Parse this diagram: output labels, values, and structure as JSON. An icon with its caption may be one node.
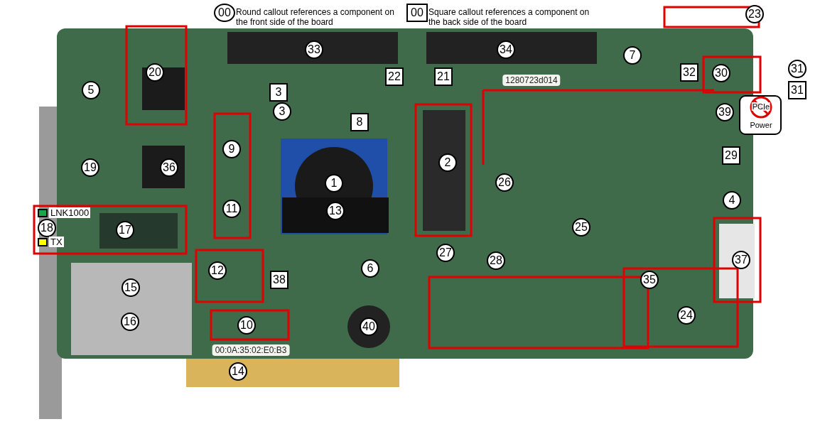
{
  "diagram": {
    "labels": [
      "00",
      "00",
      "23",
      "33",
      "34",
      "7",
      "20",
      "22",
      "21",
      "1280723d014",
      "32",
      "30",
      "31",
      "5",
      "3",
      "31",
      "3",
      "8",
      "39",
      "PCIe",
      "Power",
      "19",
      "36",
      "9",
      "2",
      "29",
      "1",
      "26",
      "11",
      "13",
      "4",
      "18",
      "17",
      "25",
      "12",
      "6",
      "27",
      "28",
      "37",
      "15",
      "38",
      "35",
      "16",
      "10",
      "40",
      "24",
      "00:0A:35:02:E0:B3",
      "14"
    ],
    "legend": [
      {
        "text": "Round callout references a component on the front side of the board"
      },
      {
        "text": "Square callout references a component on the back side of the board"
      },
      {
        "text": "LNK1000",
        "color": "#1aa64a"
      },
      {
        "text": "TX",
        "color": "#ffff00"
      }
    ]
  }
}
